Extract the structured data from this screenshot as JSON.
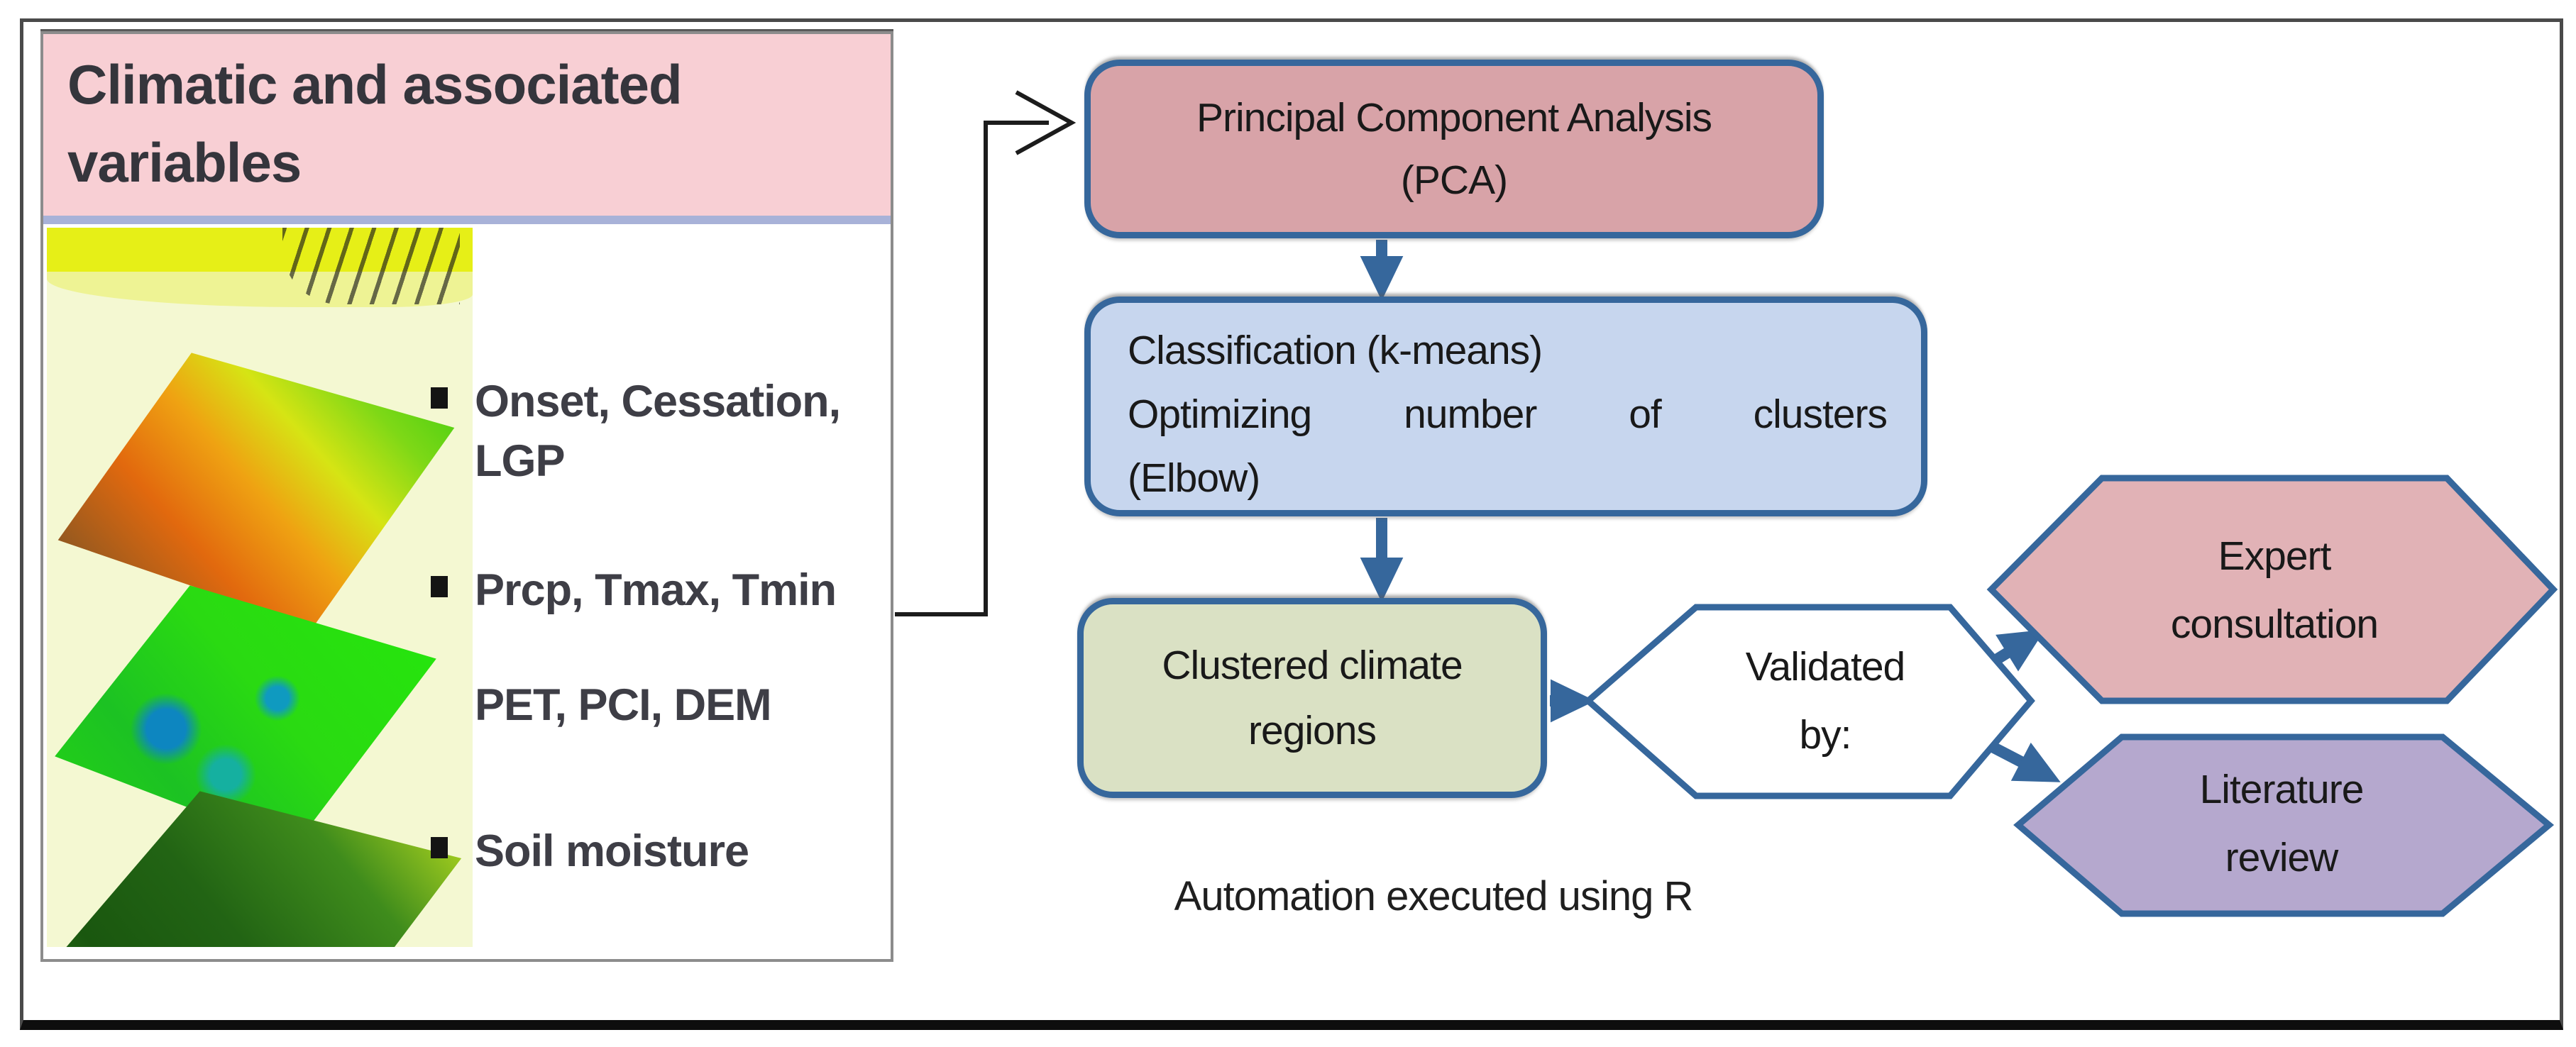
{
  "left_panel": {
    "title": "Climatic and associated variables",
    "bullets": [
      {
        "lines": [
          "Onset, Cessation,",
          "LGP"
        ],
        "has_bullet": true
      },
      {
        "lines": [
          "Prcp, Tmax, Tmin"
        ],
        "has_bullet": true
      },
      {
        "lines": [
          "PET, PCI, DEM"
        ],
        "has_bullet": false
      },
      {
        "lines": [
          "Soil moisture"
        ],
        "has_bullet": true
      }
    ]
  },
  "flowchart": {
    "pca": {
      "line1": "Principal Component Analysis",
      "line2": "(PCA)"
    },
    "classification": {
      "line1": "Classification (k-means)",
      "line2_words": [
        "Optimizing",
        "number",
        "of",
        "clusters"
      ],
      "line3": "(Elbow)"
    },
    "clustered": {
      "line1": "Clustered climate",
      "line2": "regions"
    },
    "validated": {
      "line1": "Validated",
      "line2": "by:"
    },
    "expert": {
      "line1": "Expert",
      "line2": "consultation"
    },
    "literature": {
      "line1": "Literature",
      "line2": "review"
    },
    "note": "Automation executed using R"
  },
  "colors": {
    "accent_blue": "#36679c",
    "connector_black": "#1c1c1c",
    "pca_fill": "#d8a3a8",
    "classification_fill": "#c7d6ee",
    "clustered_fill": "#dae1c4",
    "validated_fill": "#ffffff",
    "expert_fill": "#e1b2b6",
    "literature_fill": "#b5a8ce",
    "panel_header_pink": "#f8cfd4",
    "panel_divider_periwinkle": "#a8b2d8",
    "map_background_yellow": "#f4f8d2"
  }
}
